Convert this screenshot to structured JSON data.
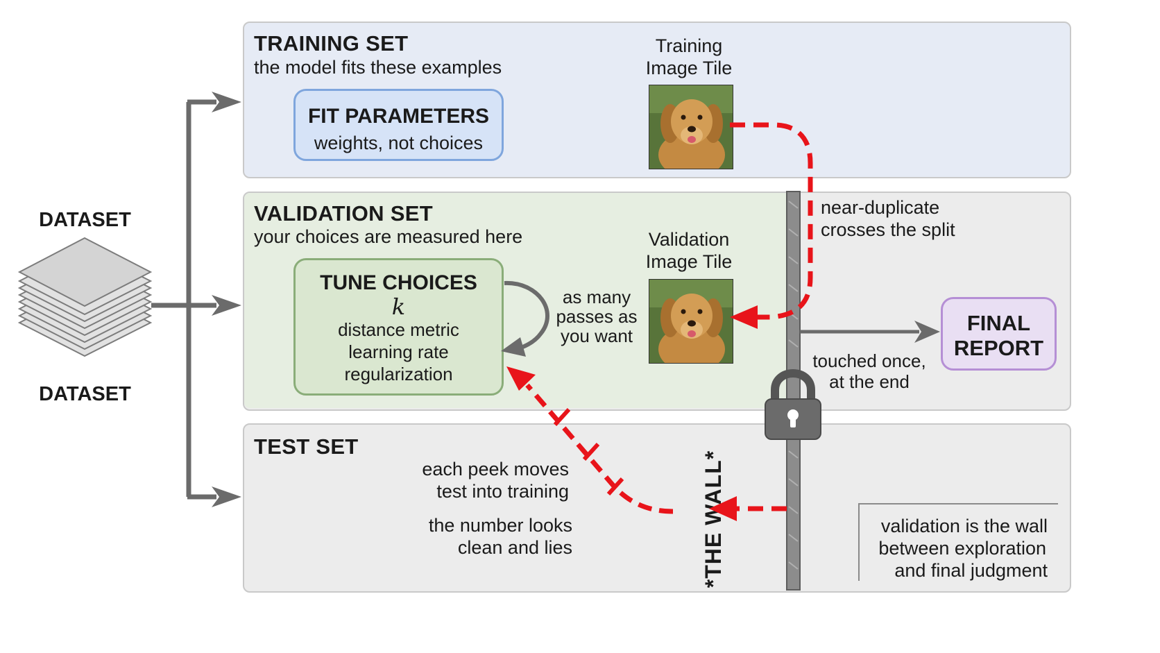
{
  "dataset": {
    "label_top": "DATASET",
    "label_bottom": "DATASET"
  },
  "training": {
    "title": "TRAINING SET",
    "subtitle": "the model fits these examples",
    "box_title": "FIT PARAMETERS",
    "box_sub": "weights, not choices",
    "tile_label_1": "Training",
    "tile_label_2": "Image Tile"
  },
  "validation": {
    "title": "VALIDATION SET",
    "subtitle": "your choices are measured here",
    "box_title": "TUNE CHOICES",
    "box_k": "k",
    "box_line_1": "distance metric",
    "box_line_2": "learning rate",
    "box_line_3": "regularization",
    "loop_1": "as many",
    "loop_2": "passes as",
    "loop_3": "you want",
    "tile_label_1": "Validation",
    "tile_label_2": "Image Tile"
  },
  "test": {
    "title": "TEST SET",
    "peek_1": "each peek moves",
    "peek_2": "test into training",
    "lies_1": "the number looks",
    "lies_2": "clean and lies",
    "wall_label": "*THE WALL*"
  },
  "leak": {
    "line_1": "near-duplicate",
    "line_2": "crosses the split"
  },
  "final": {
    "line_1": "FINAL",
    "line_2": "REPORT",
    "touched_1": "touched once,",
    "touched_2": "at the end"
  },
  "note": {
    "line_1": "validation is the wall",
    "line_2": "between exploration",
    "line_3": "and final judgment"
  },
  "colors": {
    "training_bg": "#e6ebf5",
    "validation_bg": "#e6eee1",
    "test_bg": "#ececec",
    "fit_box": "#d6e3f7",
    "tune_box": "#dae7d0",
    "final_box": "#e9dff3",
    "leak_red": "#e8141a",
    "arrow_gray": "#6b6b6b"
  }
}
